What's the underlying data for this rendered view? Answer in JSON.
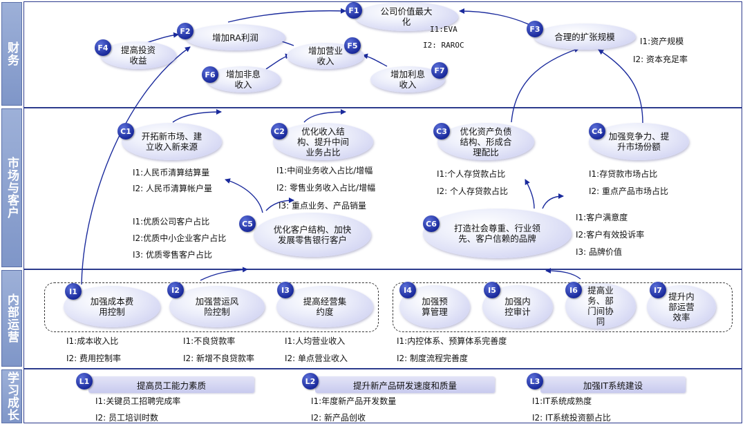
{
  "bands": {
    "finance": "财务",
    "market": "市场与客户",
    "internal": "内部运营",
    "learning": "学习成长"
  },
  "finance": {
    "F1": {
      "id": "F1",
      "label": "公司价值最大化",
      "i1": "I1:EVA",
      "i2": "I2: RAROC"
    },
    "F2": {
      "id": "F2",
      "label": "增加RA利润"
    },
    "F3": {
      "id": "F3",
      "label": "合理的扩张规模",
      "i1": "I1:资产规模",
      "i2": "I2: 资本充足率"
    },
    "F4": {
      "id": "F4",
      "label": "提高投资收益"
    },
    "F5": {
      "id": "F5",
      "label": "增加营业收入"
    },
    "F6": {
      "id": "F6",
      "label": "增加非息收入"
    },
    "F7": {
      "id": "F7",
      "label": "增加利息收入"
    }
  },
  "market": {
    "C1": {
      "id": "C1",
      "label": "开拓新市场、建立收入新来源",
      "i1": "I1:人民币清算结算量",
      "i2": "I2: 人民币清算帐户量"
    },
    "C2": {
      "id": "C2",
      "label": "优化收入结构、提升中间业务占比",
      "i1": "I1:中间业务收入占比/增幅",
      "i2": "I2: 零售业务收入占比/增幅",
      "i3": "I3: 重点业务、产品销量"
    },
    "C3": {
      "id": "C3",
      "label": "优化资产负债结构、形成合理配比",
      "i1": "I1:个人存贷款占比",
      "i2": "I2: 个人存贷款占比"
    },
    "C4": {
      "id": "C4",
      "label": "加强竞争力、提升市场份额",
      "i1": "I1:存贷款市场占比",
      "i2": "I2: 重点产品市场占比"
    },
    "C5": {
      "id": "C5",
      "label": "优化客户结构、加快发展零售银行客户",
      "i1": "I1:优质公司客户占比",
      "i2": "I2:优质中小企业客户占比",
      "i3": "I3: 优质零售客户占比"
    },
    "C6": {
      "id": "C6",
      "label": "打造社会尊重、行业领先、客户信赖的品牌",
      "i1": "I1:客户满意度",
      "i2": "I2:客户有效投诉率",
      "i3": "I3: 品牌价值"
    }
  },
  "internal": {
    "I1": {
      "id": "I1",
      "label": "加强成本费用控制",
      "i1": "I1:成本收入比",
      "i2": "I2: 费用控制率"
    },
    "I2": {
      "id": "I2",
      "label": "加强营运风险控制",
      "i1": "I1:不良贷款率",
      "i2": "I2: 新增不良贷款率"
    },
    "I3": {
      "id": "I3",
      "label": "提高经营集约度",
      "i1": "I1:人均营业收入",
      "i2": "I2: 单点营业收入"
    },
    "I4": {
      "id": "I4",
      "label": "加强预算管理"
    },
    "I5": {
      "id": "I5",
      "label": "加强内控审计"
    },
    "I6": {
      "id": "I6",
      "label": "提高业务、部门间协同"
    },
    "I7": {
      "id": "I7",
      "label": "提升内部运营效率"
    },
    "group_i1": "I1:内控体系、预算体系完善度",
    "group_i2": "I2: 制度流程完善度"
  },
  "learning": {
    "L1": {
      "id": "L1",
      "label": "提高员工能力素质",
      "i1": "I1:关键员工招聘完成率",
      "i2": "I2: 员工培训时数"
    },
    "L2": {
      "id": "L2",
      "label": "提升新产品研发速度和质量",
      "i1": "I1:年度新产品开发数量",
      "i2": "I2: 新产品创收"
    },
    "L3": {
      "id": "L3",
      "label": "加强IT系统建设",
      "i1": "I1:IT系统成熟度",
      "i2": "I2: IT系统投资额占比"
    }
  },
  "colors": {
    "node_fill": "#c7c9ef",
    "badge": "#1a2a9c",
    "border": "#2b3a8c",
    "band": "#8ea2d0"
  }
}
